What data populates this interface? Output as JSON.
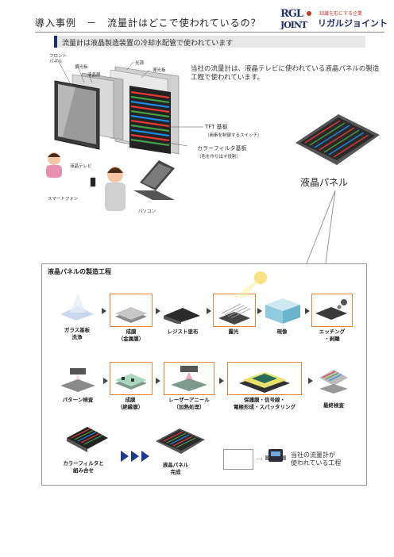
{
  "header": {
    "title": "導入事例　－　流量計はどこで使われているの？",
    "logo_mark": "RGL JOINT",
    "logo_tagline": "知識を形にする企業",
    "logo_name": "リガルジョイント"
  },
  "banner": "流量計は液晶製造装置の冷却水配管で使われています",
  "intro": "当社の流量計は、液晶テレビに使われている液晶パネルの製造工程で使われています。",
  "diagram": {
    "front_panel": "フロント\nパネル",
    "polarizer": "偏光板",
    "liquid_crystal": "液晶層",
    "light_source": "光源",
    "light_guide": "導光板",
    "tft": "TFT 基板",
    "tft_note": "（画素を制御するスイッチ）",
    "color_filter": "カラーフィルタ基板",
    "color_filter_note": "（色を作り出す役割）",
    "lcd_tv": "液晶テレビ",
    "smartphone": "スマートフォン",
    "pc": "パソコン",
    "panel": "液晶パネル"
  },
  "process": {
    "title": "液晶パネルの製造工程",
    "row1": [
      {
        "label": "ガラス基板\n洗浄",
        "highlight": false
      },
      {
        "label": "成膜\n（金属膜）",
        "highlight": true
      },
      {
        "label": "レジスト塗布",
        "highlight": false
      },
      {
        "label": "露光",
        "highlight": true
      },
      {
        "label": "現像",
        "highlight": false
      },
      {
        "label": "エッチング\n・剥離",
        "highlight": true
      }
    ],
    "row2": [
      {
        "label": "パターン検査",
        "highlight": false
      },
      {
        "label": "成膜\n（絶縁膜）",
        "highlight": true
      },
      {
        "label": "レーザーアニール\n（加熱処理）",
        "highlight": true
      },
      {
        "label": "保護膜・信号線・\n電極形成・スパッタリング",
        "highlight": true
      },
      {
        "label": "最終検査",
        "highlight": false
      }
    ],
    "row3": [
      {
        "label": "カラーフィルタと\n組み合せ"
      },
      {
        "label": "液晶パネル\n完成"
      }
    ],
    "legend": "当社の流量計が\n使われている工程",
    "legend_dots": "…"
  },
  "colors": {
    "brand": "#1e2f6e",
    "highlight_border": "#e8833a",
    "banner_bg": "#e7e7e7"
  }
}
